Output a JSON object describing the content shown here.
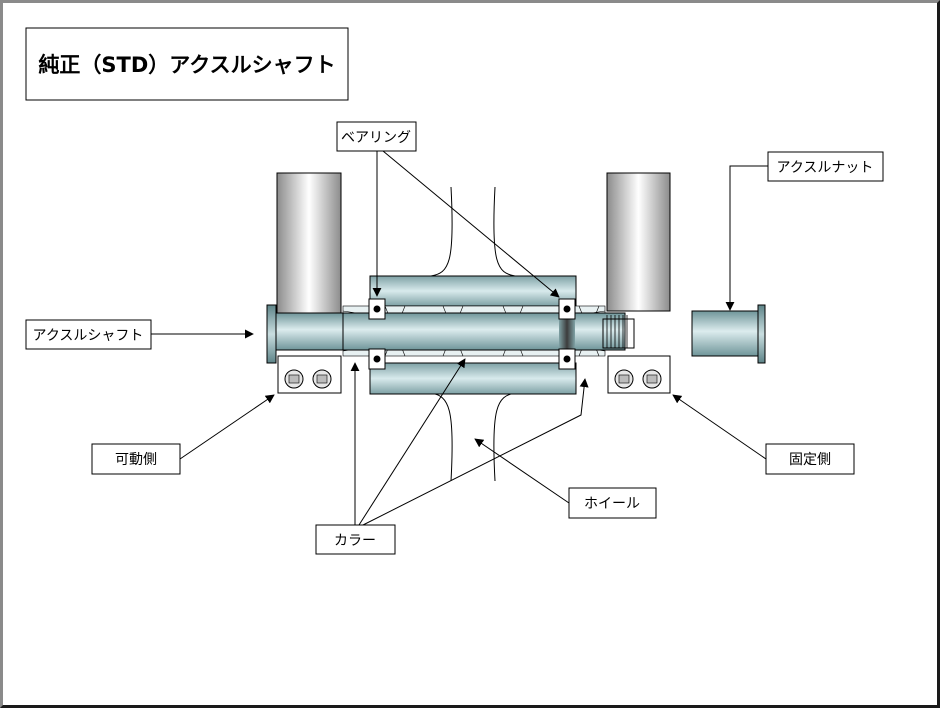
{
  "title": "純正（STD）アクスルシャフト",
  "labels": {
    "bearing": "ベアリング",
    "axle_nut": "アクスルナット",
    "axle_shaft": "アクスルシャフト",
    "movable_side": "可動側",
    "fixed_side": "固定側",
    "wheel": "ホイール",
    "collar": "カラー"
  },
  "colors": {
    "hub": "#c7dcde",
    "hub_dark": "#7ea1a5",
    "bearing_fill": "#ffffff",
    "stroke": "#000000",
    "fork_light": "#ffffff",
    "fork_dark": "#8c8c8c"
  }
}
